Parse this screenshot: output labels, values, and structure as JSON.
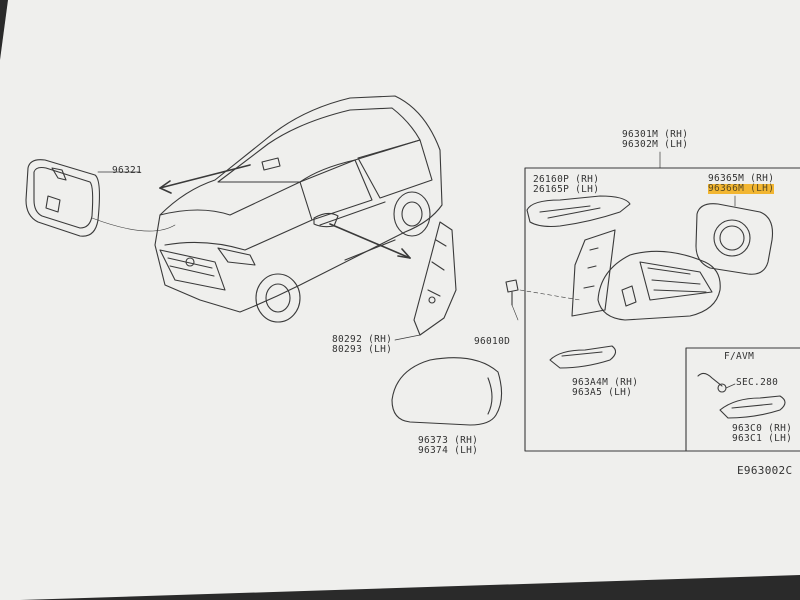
{
  "drawing_id": "E963002C",
  "colors": {
    "paper": "#efefed",
    "ink": "#3a3a3a",
    "highlight": "#f2b632",
    "frame": "#2a2a2a"
  },
  "parts": {
    "inner_mirror": "96321",
    "mirror_assembly": [
      "96301M (RH)",
      "96302M (LH)"
    ],
    "turn_lamp": [
      "26160P (RH)",
      "26165P (LH)"
    ],
    "mirror_glass": [
      "96365M (RH)",
      "96366M (LH)"
    ],
    "garnish": [
      "80292 (RH)",
      "80293 (LH)"
    ],
    "screw": "96010D",
    "lower_cover": [
      "963A4M (RH)",
      "963A5 (LH)"
    ],
    "mirror_cover": [
      "96373 (RH)",
      "96374 (LH)"
    ],
    "avm_box": {
      "title": "F/AVM",
      "section_ref": "SEC.280",
      "camera_cover": [
        "963C0 (RH)",
        "963C1 (LH)"
      ]
    }
  }
}
